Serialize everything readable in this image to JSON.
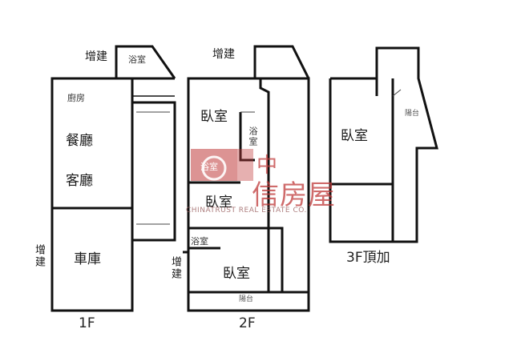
{
  "floors": {
    "f1": {
      "caption": "1F",
      "addition_top": "增建",
      "addition_side": "增建",
      "bathroom": "浴室",
      "kitchen": "廚房",
      "dining": "餐廳",
      "living": "客廳",
      "garage": "車庫"
    },
    "f2": {
      "caption": "2F",
      "addition_top": "增建",
      "addition_side": "增建",
      "bedroom_a": "臥室",
      "bathroom_a": "浴室",
      "bathroom_b": "浴室",
      "bedroom_b": "臥室",
      "bathroom_c": "浴室",
      "bedroom_c": "臥室",
      "balcony": "陽台"
    },
    "f3": {
      "caption": "3F頂加",
      "bedroom": "臥室",
      "balcony": "陽台"
    }
  },
  "watermark": {
    "char": "中",
    "brand": "信房屋",
    "sub": "CHINATRUST REAL ESTATE CO."
  },
  "colors": {
    "wall": "#111111",
    "watermark": "#c03a3a"
  }
}
